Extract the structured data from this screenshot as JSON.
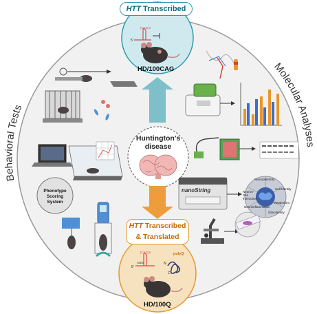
{
  "top_label": {
    "gene": "HTT",
    "rest": " Transcribed"
  },
  "bottom_label": {
    "gene": "HTT",
    "line1_rest": " Transcribed",
    "line2": "& Translated"
  },
  "center": {
    "line1": "Huntington's",
    "line2": "disease"
  },
  "top_model": "HD/100CAG",
  "bottom_model": "HD/100Q",
  "left_arc": "Behavioral Tests",
  "right_arc": "Molecular Analyses",
  "phenotype": {
    "line1": "Phenotype",
    "line2": "Scoring",
    "line3": "System"
  },
  "nanostring": "nanoString",
  "wheel_labels": [
    "Neuroplasticity",
    "Cell Identity",
    "Metabolism",
    "Neuron-Glia Interaction",
    "Neuroinflammation",
    "Glia Identity"
  ],
  "seq_labels": {
    "top_cag": "(CAG)n",
    "bottom_cag": "(CAG)n",
    "five_prime_top": "5'",
    "five_prime_bottom": "5'",
    "aug": "AUG",
    "polyq": "polyQ",
    "n_term": "N",
    "c_term": "C"
  },
  "colors": {
    "top_accent": "#2b9bb0",
    "bottom_accent": "#e8962c",
    "top_circle": "#cfe9ef",
    "bottom_circle": "#f7e2bf",
    "arrow_top": "#7fbfca",
    "arrow_bottom": "#ef9d3c"
  }
}
